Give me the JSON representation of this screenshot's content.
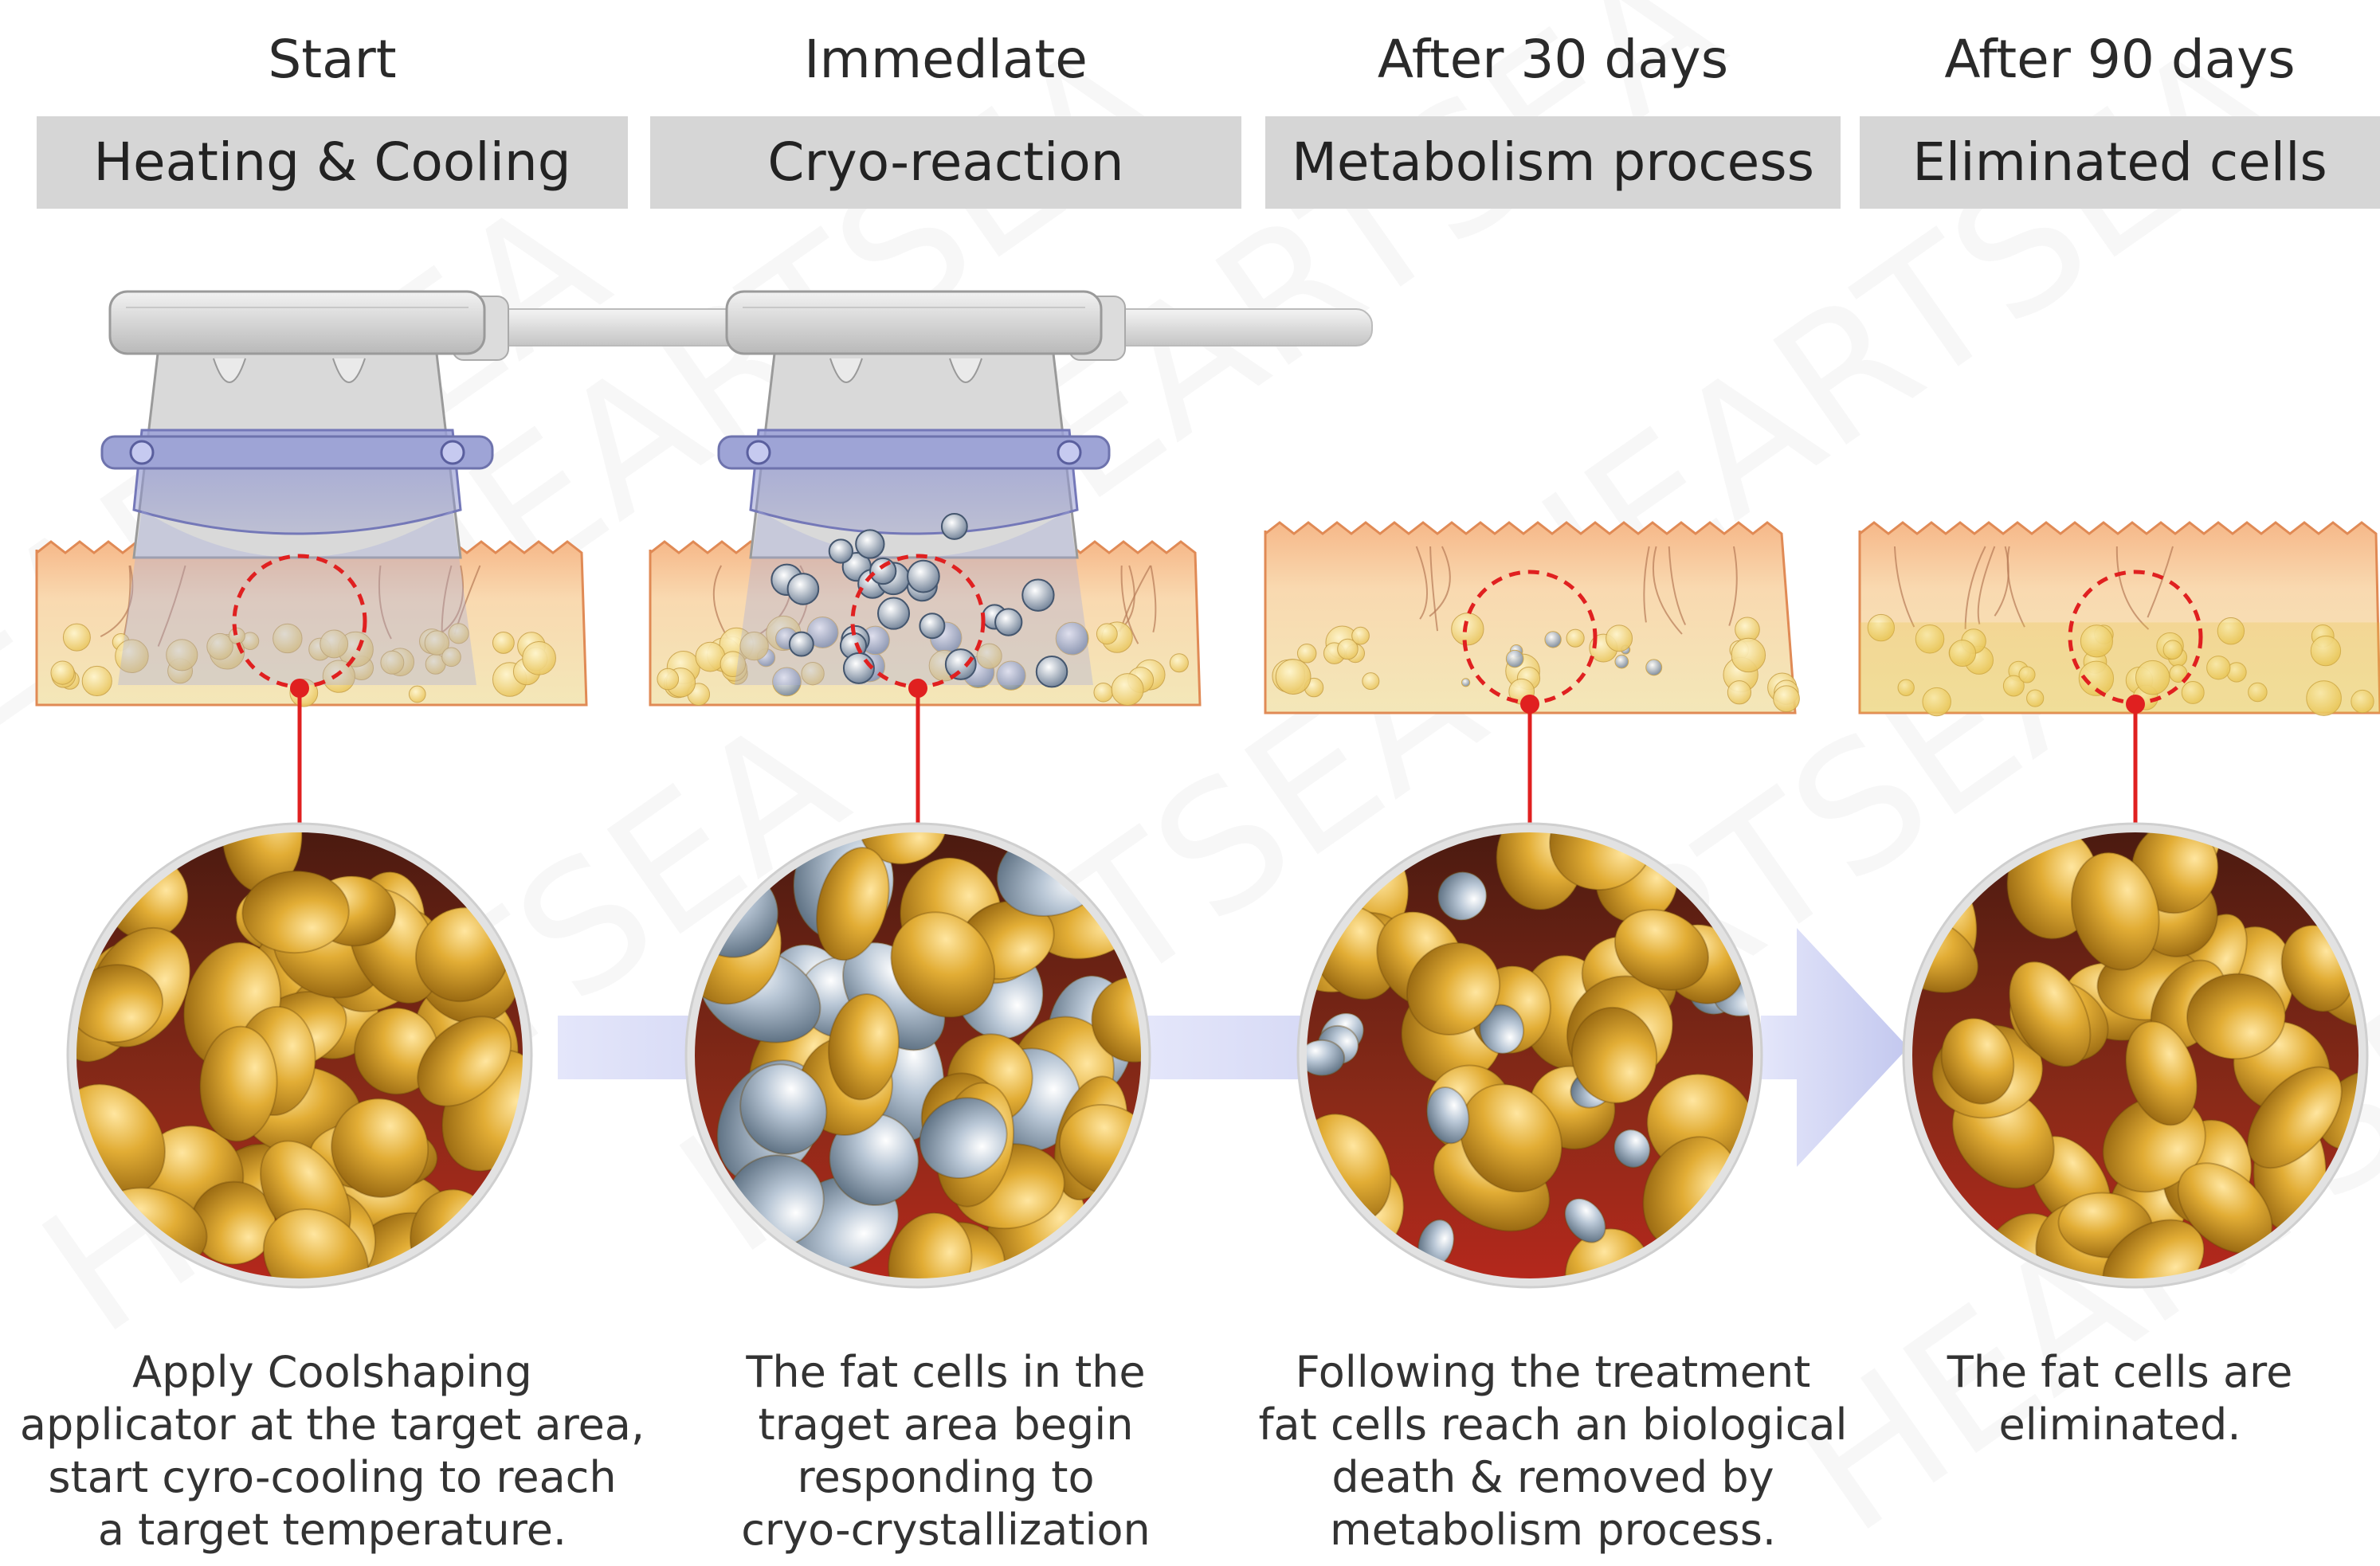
{
  "phases": [
    {
      "title": "Start",
      "bar": "Heating & Cooling",
      "description": "Apply Coolshaping\napplicator at the target area,\nstart cyro-cooling to reach\na target temperature."
    },
    {
      "title": "Immedlate",
      "bar": "Cryo-reaction",
      "description": "The fat cells in the\ntraget area begin\nresponding to\ncryo-crystallization"
    },
    {
      "title": "After 30 days",
      "bar": "Metabolism process",
      "description": "Following the treatment\nfat cells reach an biological\ndeath & removed by\nmetabolism process."
    },
    {
      "title": "After 90 days",
      "bar": "Eliminated cells",
      "description": "The fat cells are\neliminated."
    }
  ],
  "watermark": "HEARTSEA",
  "colors": {
    "bar_bg": "#d6d6d6",
    "fat_cell": "#d9a52a",
    "crystal_cell": "#a8b8c8",
    "marker_red": "#e02020",
    "arrow": "#c9cdf0",
    "skin": "#f2c79a",
    "tissue_red": "#a3201a"
  }
}
